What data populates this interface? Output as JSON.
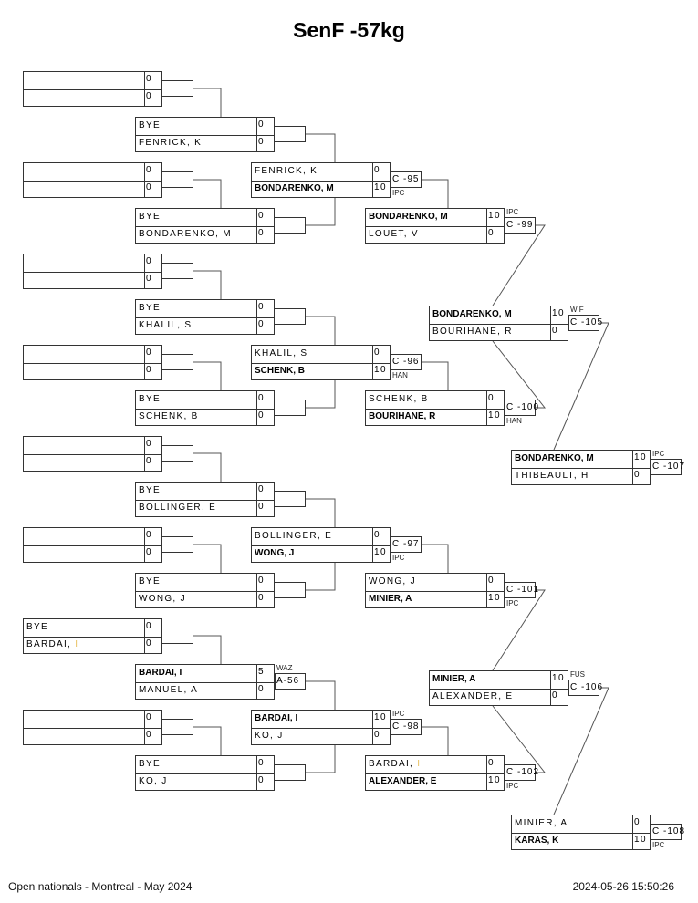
{
  "title": "SenF -57kg",
  "footer": {
    "event": "Open nationals - Montreal - May 2024",
    "timestamp": "2024-05-26 15:50:26"
  },
  "round1": [
    {
      "top": {
        "name": "",
        "score": "0"
      },
      "bottom": {
        "name": "",
        "score": "0"
      }
    },
    {
      "top": {
        "name": "",
        "score": "0"
      },
      "bottom": {
        "name": "",
        "score": "0"
      }
    },
    {
      "top": {
        "name": "",
        "score": "0"
      },
      "bottom": {
        "name": "",
        "score": "0"
      }
    },
    {
      "top": {
        "name": "",
        "score": "0"
      },
      "bottom": {
        "name": "",
        "score": "0"
      }
    },
    {
      "top": {
        "name": "",
        "score": "0"
      },
      "bottom": {
        "name": "",
        "score": "0"
      }
    },
    {
      "top": {
        "name": "",
        "score": "0"
      },
      "bottom": {
        "name": "",
        "score": "0"
      }
    },
    {
      "top": {
        "name": "BYE",
        "score": "0"
      },
      "bottom": {
        "name": "BARDAI, ",
        "name_suffix": "I",
        "score": "0"
      }
    },
    {
      "top": {
        "name": "",
        "score": "0"
      },
      "bottom": {
        "name": "",
        "score": "0"
      }
    }
  ],
  "round2": [
    {
      "top": {
        "name": "BYE",
        "score": "0"
      },
      "bottom": {
        "name": "FENRICK, K",
        "score": "0"
      }
    },
    {
      "top": {
        "name": "BYE",
        "score": "0"
      },
      "bottom": {
        "name": "BONDARENKO, M",
        "score": "0"
      }
    },
    {
      "top": {
        "name": "BYE",
        "score": "0"
      },
      "bottom": {
        "name": "KHALIL, S",
        "score": "0"
      }
    },
    {
      "top": {
        "name": "BYE",
        "score": "0"
      },
      "bottom": {
        "name": "SCHENK, B",
        "score": "0"
      }
    },
    {
      "top": {
        "name": "BYE",
        "score": "0"
      },
      "bottom": {
        "name": "BOLLINGER, E",
        "score": "0"
      }
    },
    {
      "top": {
        "name": "BYE",
        "score": "0"
      },
      "bottom": {
        "name": "WONG, J",
        "score": "0"
      }
    },
    {
      "top": {
        "name": "BARDAI, I",
        "score": "5",
        "winner": true
      },
      "bottom": {
        "name": "MANUEL, A",
        "score": "0"
      },
      "match": "A-56",
      "code_top": "WAZ"
    },
    {
      "top": {
        "name": "BYE",
        "score": "0"
      },
      "bottom": {
        "name": "KO, J",
        "score": "0"
      }
    }
  ],
  "round3": [
    {
      "top": {
        "name": "FENRICK, K",
        "score": "0"
      },
      "bottom": {
        "name": "BONDARENKO, M",
        "score": "10",
        "winner": true
      },
      "match": "C -95",
      "code_bottom": "IPC"
    },
    {
      "top": {
        "name": "KHALIL, S",
        "score": "0"
      },
      "bottom": {
        "name": "SCHENK, B",
        "score": "10",
        "winner": true
      },
      "match": "C -96",
      "code_bottom": "HAN"
    },
    {
      "top": {
        "name": "BOLLINGER, E",
        "score": "0"
      },
      "bottom": {
        "name": "WONG, J",
        "score": "10",
        "winner": true
      },
      "match": "C -97",
      "code_bottom": "IPC"
    },
    {
      "top": {
        "name": "BARDAI, I",
        "score": "10",
        "winner": true
      },
      "bottom": {
        "name": "KO, J",
        "score": "0"
      },
      "match": "C -98",
      "code_top": "IPC"
    }
  ],
  "round4": [
    {
      "top": {
        "name": "BONDARENKO, M",
        "score": "10",
        "winner": true
      },
      "bottom": {
        "name": "LOUET, V",
        "score": "0"
      },
      "match": "C -99",
      "code_top": "IPC"
    },
    {
      "top": {
        "name": "SCHENK, B",
        "score": "0"
      },
      "bottom": {
        "name": "BOURIHANE, R",
        "score": "10",
        "winner": true
      },
      "match": "C -100",
      "code_bottom": "HAN"
    },
    {
      "top": {
        "name": "WONG, J",
        "score": "0"
      },
      "bottom": {
        "name": "MINIER, A",
        "score": "10",
        "winner": true
      },
      "match": "C -101",
      "code_bottom": "IPC"
    },
    {
      "top": {
        "name": "BARDAI, ",
        "name_suffix": "I",
        "score": "0"
      },
      "bottom": {
        "name": "ALEXANDER, E",
        "score": "10",
        "winner": true
      },
      "match": "C -102",
      "code_bottom": "IPC"
    }
  ],
  "round5": [
    {
      "top": {
        "name": "BONDARENKO, M",
        "score": "10",
        "winner": true
      },
      "bottom": {
        "name": "BOURIHANE, R",
        "score": "0"
      },
      "match": "C -105",
      "code_top": "WIF"
    },
    {
      "top": {
        "name": "MINIER, A",
        "score": "10",
        "winner": true
      },
      "bottom": {
        "name": "ALEXANDER, E",
        "score": "0"
      },
      "match": "C -106",
      "code_top": "FUS"
    }
  ],
  "round6": [
    {
      "top": {
        "name": "BONDARENKO, M",
        "score": "10",
        "winner": true
      },
      "bottom": {
        "name": "THIBEAULT, H",
        "score": "0"
      },
      "match": "C -107",
      "code_top": "IPC"
    },
    {
      "top": {
        "name": "MINIER, A",
        "score": "0"
      },
      "bottom": {
        "name": "KARAS, K",
        "score": "10",
        "winner": true
      },
      "match": "C -108",
      "code_bottom": "IPC"
    }
  ]
}
